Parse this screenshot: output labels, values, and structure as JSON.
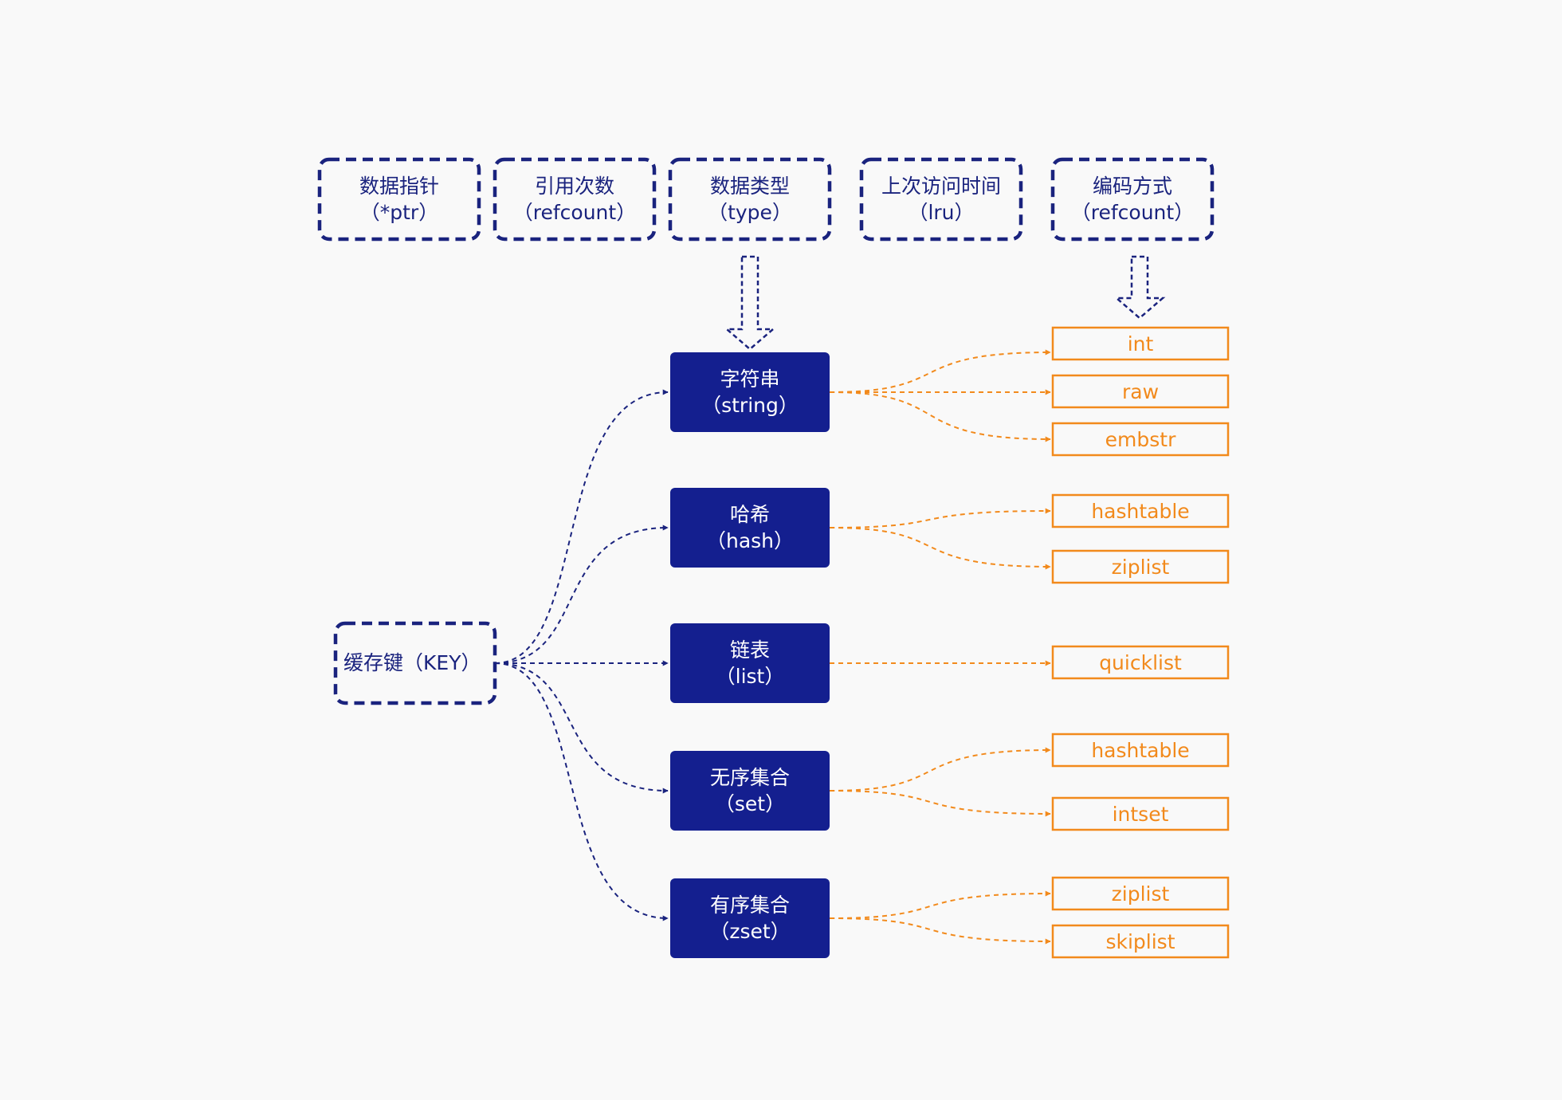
{
  "fields": [
    {
      "line1": "数据指针",
      "line2": "（*ptr）"
    },
    {
      "line1": "引用次数",
      "line2": "（refcount）"
    },
    {
      "line1": "数据类型",
      "line2": "（type）"
    },
    {
      "line1": "上次访问时间",
      "line2": "（lru）"
    },
    {
      "line1": "编码方式",
      "line2": "（refcount）"
    }
  ],
  "key": {
    "label": "缓存键（KEY）"
  },
  "types": [
    {
      "line1": "字符串",
      "line2": "（string）",
      "encodings": [
        "int",
        "raw",
        "embstr"
      ]
    },
    {
      "line1": "哈希",
      "line2": "（hash）",
      "encodings": [
        "hashtable",
        "ziplist"
      ]
    },
    {
      "line1": "链表",
      "line2": "（list）",
      "encodings": [
        "quicklist"
      ]
    },
    {
      "line1": "无序集合",
      "line2": "（set）",
      "encodings": [
        "hashtable",
        "intset"
      ]
    },
    {
      "line1": "有序集合",
      "line2": "（zset）",
      "encodings": [
        "ziplist",
        "skiplist"
      ]
    }
  ],
  "colors": {
    "navy": "#1a237e",
    "type_fill": "#141f8f",
    "orange": "#f28a1c",
    "background": "#f9f9f9"
  }
}
